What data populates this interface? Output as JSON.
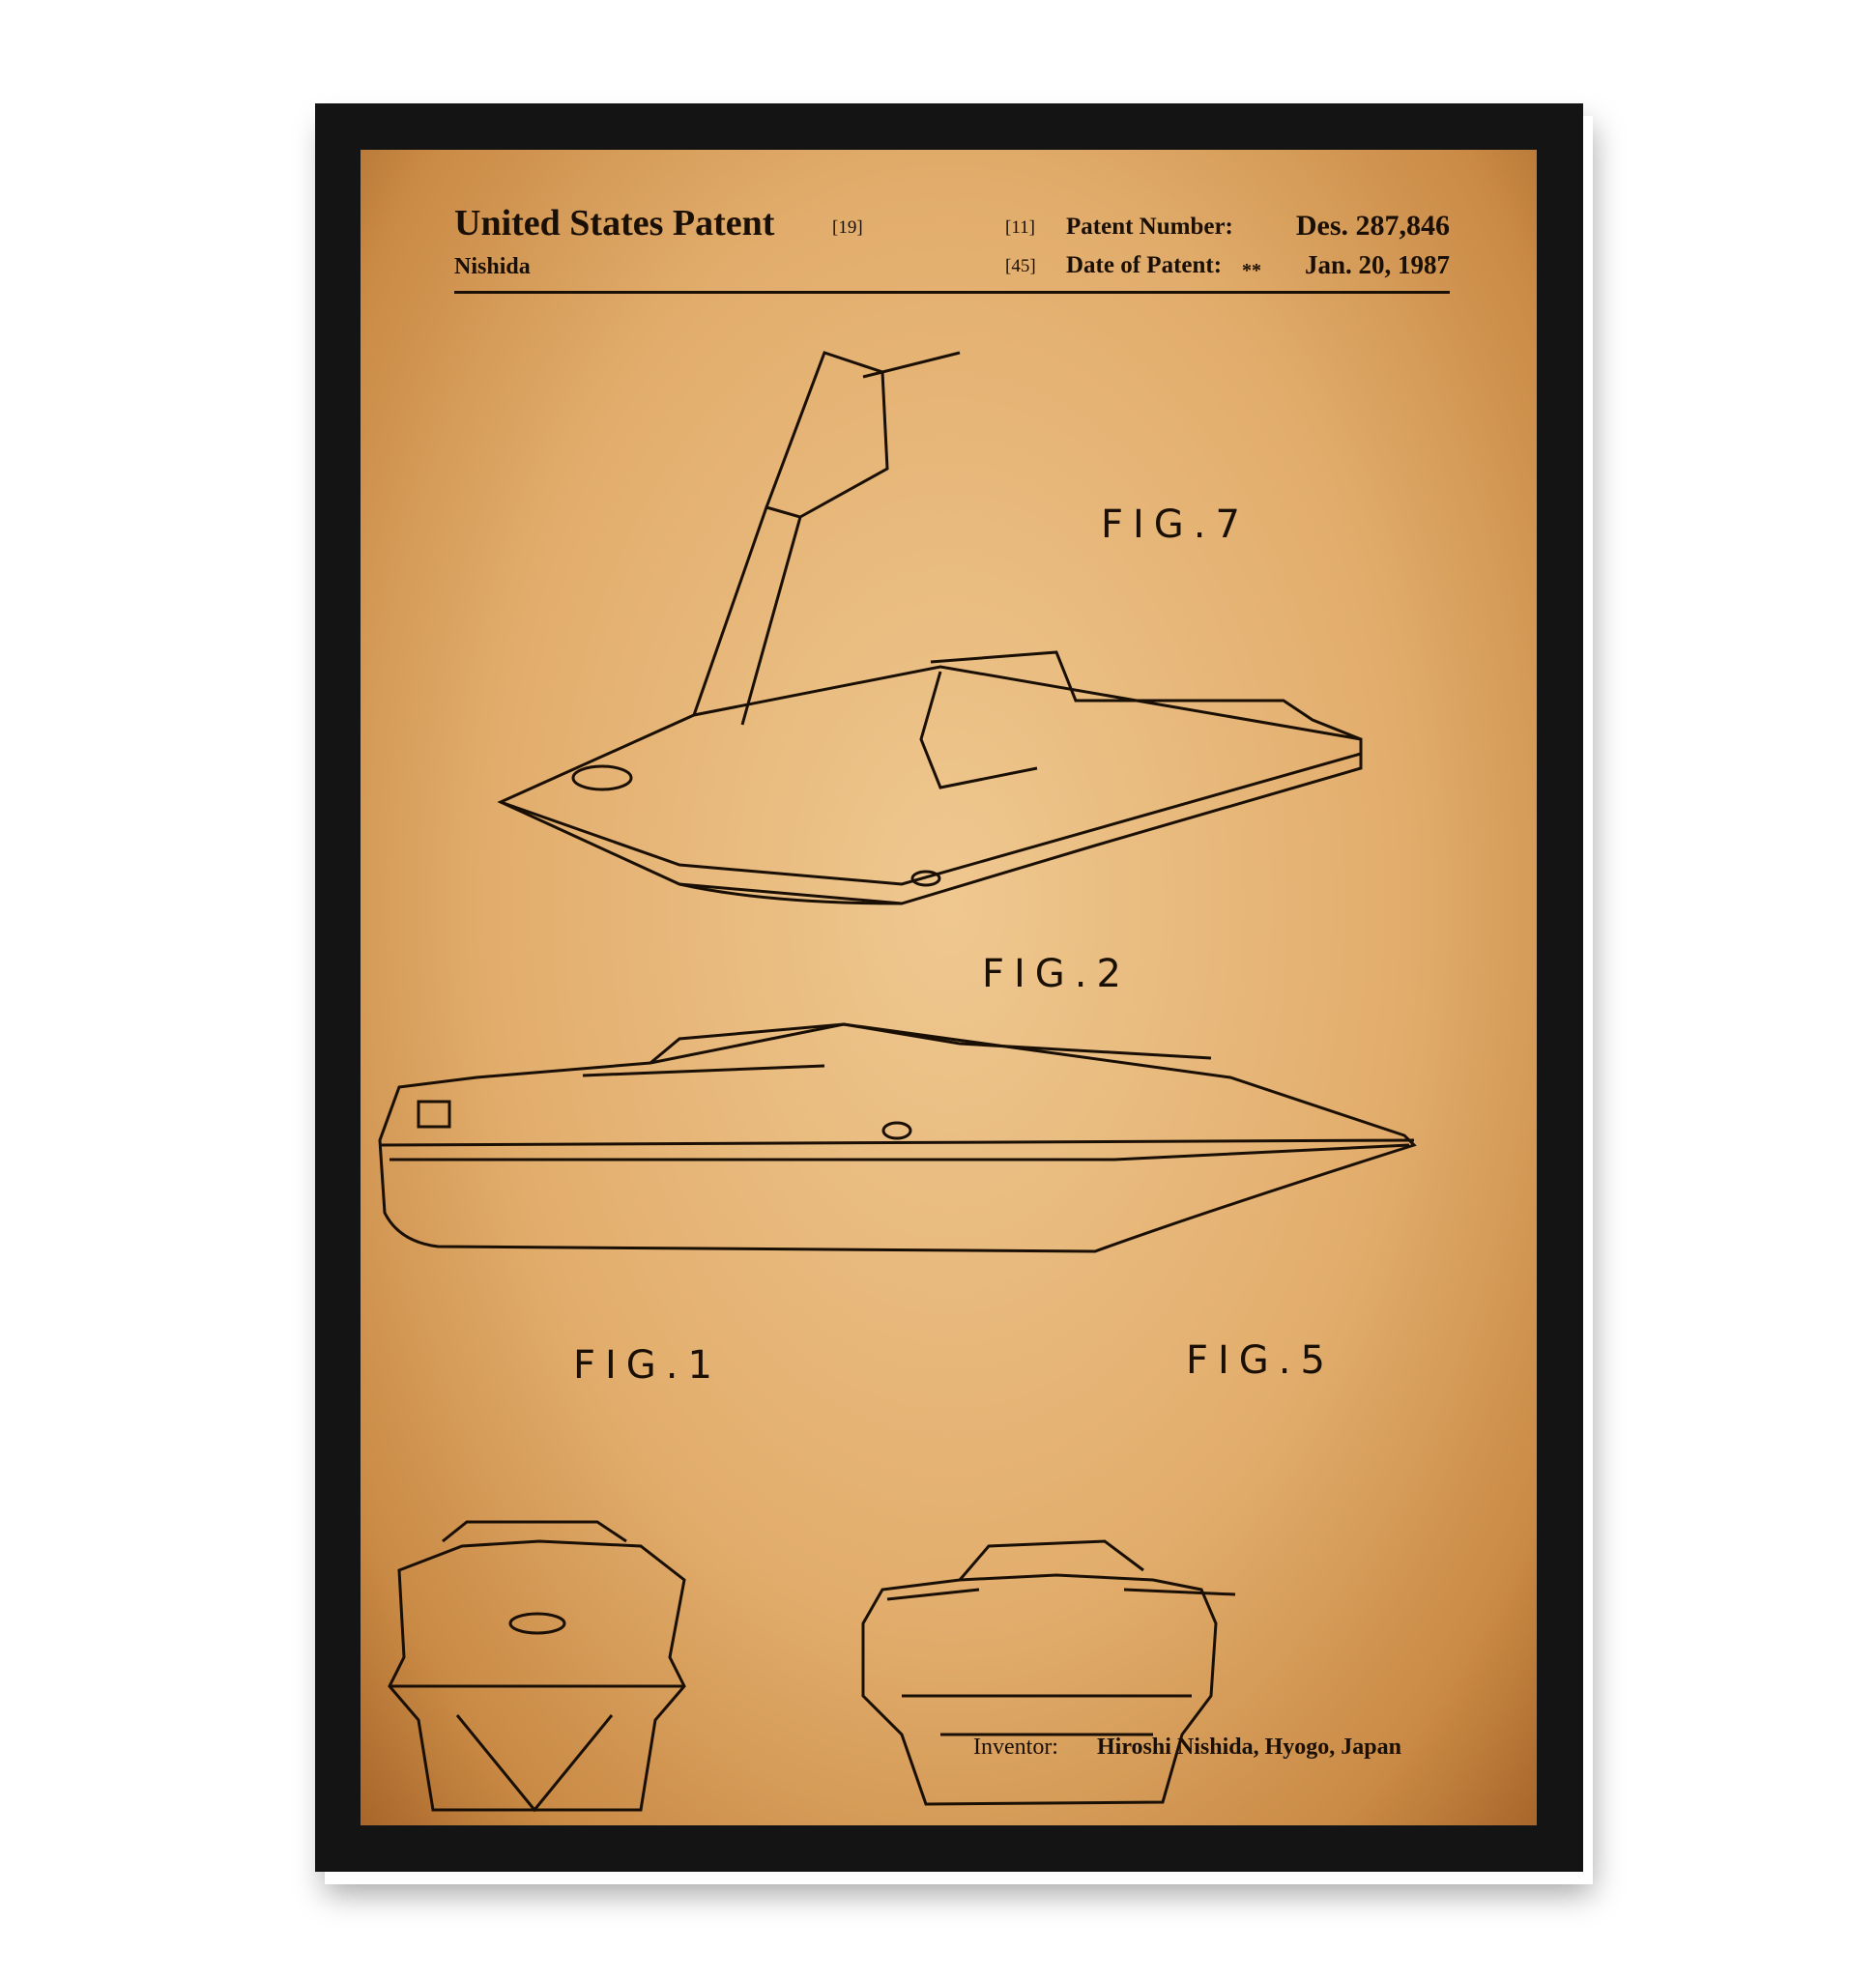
{
  "header": {
    "title": "United States Patent",
    "title_code": "[19]",
    "inventor_short": "Nishida",
    "number_code": "[11]",
    "number_label": "Patent Number:",
    "number_value": "Des. 287,846",
    "date_code": "[45]",
    "date_label": "Date of Patent:",
    "date_marks": "**",
    "date_value": "Jan. 20, 1987"
  },
  "figures": [
    "FIG.7",
    "FIG.2",
    "FIG.1",
    "FIG.5"
  ],
  "footer": {
    "inventor_label": "Inventor:",
    "inventor_value": "Hiroshi Nishida, Hyogo, Japan"
  }
}
